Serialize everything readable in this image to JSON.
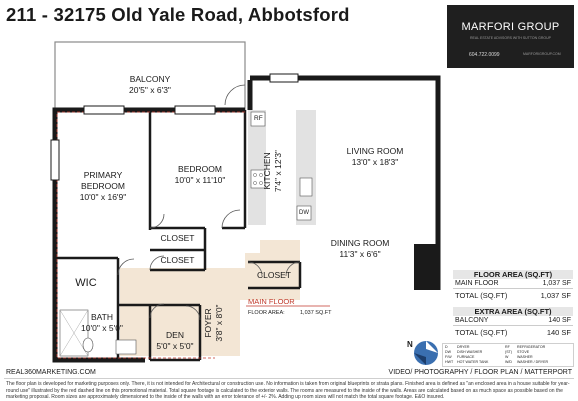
{
  "title": "211 - 32175 Old Yale Road, Abbotsford",
  "logo": {
    "name": "MARFORI GROUP",
    "tagline": "REAL ESTATE ADVISORS WITH SUTTON GROUP",
    "phone": "604.722.0099",
    "website": "MARFORIGROUP.COM"
  },
  "rooms": {
    "balcony": {
      "name": "BALCONY",
      "size": "20'5\" x 6'3\""
    },
    "living": {
      "name": "LIVING ROOM",
      "size": "13'0\" x 18'3\""
    },
    "primary": {
      "name1": "PRIMARY",
      "name2": "BEDROOM",
      "size": "10'0\" x 16'9\""
    },
    "bedroom": {
      "name": "BEDROOM",
      "size": "10'0\" x 11'10\""
    },
    "kitchen": {
      "name": "KITCHEN",
      "size": "7'4\" x 12'3\""
    },
    "dining": {
      "name": "DINING ROOM",
      "size": "11'3\" x 6'6\""
    },
    "wic": {
      "name": "WIC"
    },
    "closet1": {
      "name": "CLOSET"
    },
    "closet2": {
      "name": "CLOSET"
    },
    "closet3": {
      "name": "CLOSET"
    },
    "bath": {
      "name": "BATH",
      "size": "10'0\" x 5'0\""
    },
    "den": {
      "name": "DEN",
      "size": "5'0\" x 5'0\""
    },
    "foyer": {
      "name": "FOYER",
      "size": "3'8\" x 8'0\""
    },
    "rf": "RF",
    "dw": "DW"
  },
  "main_floor": {
    "label": "MAIN FLOOR",
    "area_label": "FLOOR AREA:",
    "area_value": "1,037 SQ.FT"
  },
  "floor_table": {
    "header": "FLOOR AREA (SQ.FT)",
    "rows": [
      {
        "label": "MAIN FLOOR",
        "value": "1,037 SF"
      }
    ],
    "total_label": "TOTAL (SQ.FT)",
    "total_value": "1,037 SF"
  },
  "extra_table": {
    "header": "EXTRA AREA (SQ.FT)",
    "rows": [
      {
        "label": "BALCONY",
        "value": "140 SF"
      }
    ],
    "total_label": "TOTAL (SQ.FT)",
    "total_value": "140 SF"
  },
  "compass": "N",
  "legend": [
    [
      "D",
      "DRYER",
      "RF",
      "REFRIGERATOR"
    ],
    [
      "DW",
      "DISH WASHER",
      "(ST)",
      "STOVE"
    ],
    [
      "F/W",
      "FURNACE",
      "W",
      "WASHER"
    ],
    [
      "HWT",
      "HOT WATER TANK",
      "W/D",
      "WASHER / DRYER"
    ]
  ],
  "footer": {
    "website": "REAL360MARKETING.COM",
    "services": "VIDEO/ PHOTOGRAPHY / FLOOR PLAN / MATTERPORT",
    "disclaimer": "The floor plan is developed for marketing purposes only. There, it is not intended for Architectural or construction use. No information is taken from original blueprints or strata plans. Finished area is defined as \"an enclosed area in a house suitable for year-round use\" illustrated by the red dashed line on this promotional material. Total square footage is calculated to the exterior walls. The rooms are measured to the inside of the walls. Areas are calculated based on as much space as possible based on the marketing proposal. Room sizes are approximately dimensioned to the inside of the walls with an error tolerance of +/- 2%. Adding up room sizes will not match the total square footage. E&O insured."
  },
  "colors": {
    "wall": "#1a1a1a",
    "floor": "#f3e6d5",
    "kitchen": "#e2e2e2",
    "table_header": "#e6e6e6",
    "accent_red": "#c0392b",
    "logo_bg": "#1f1f1f"
  }
}
